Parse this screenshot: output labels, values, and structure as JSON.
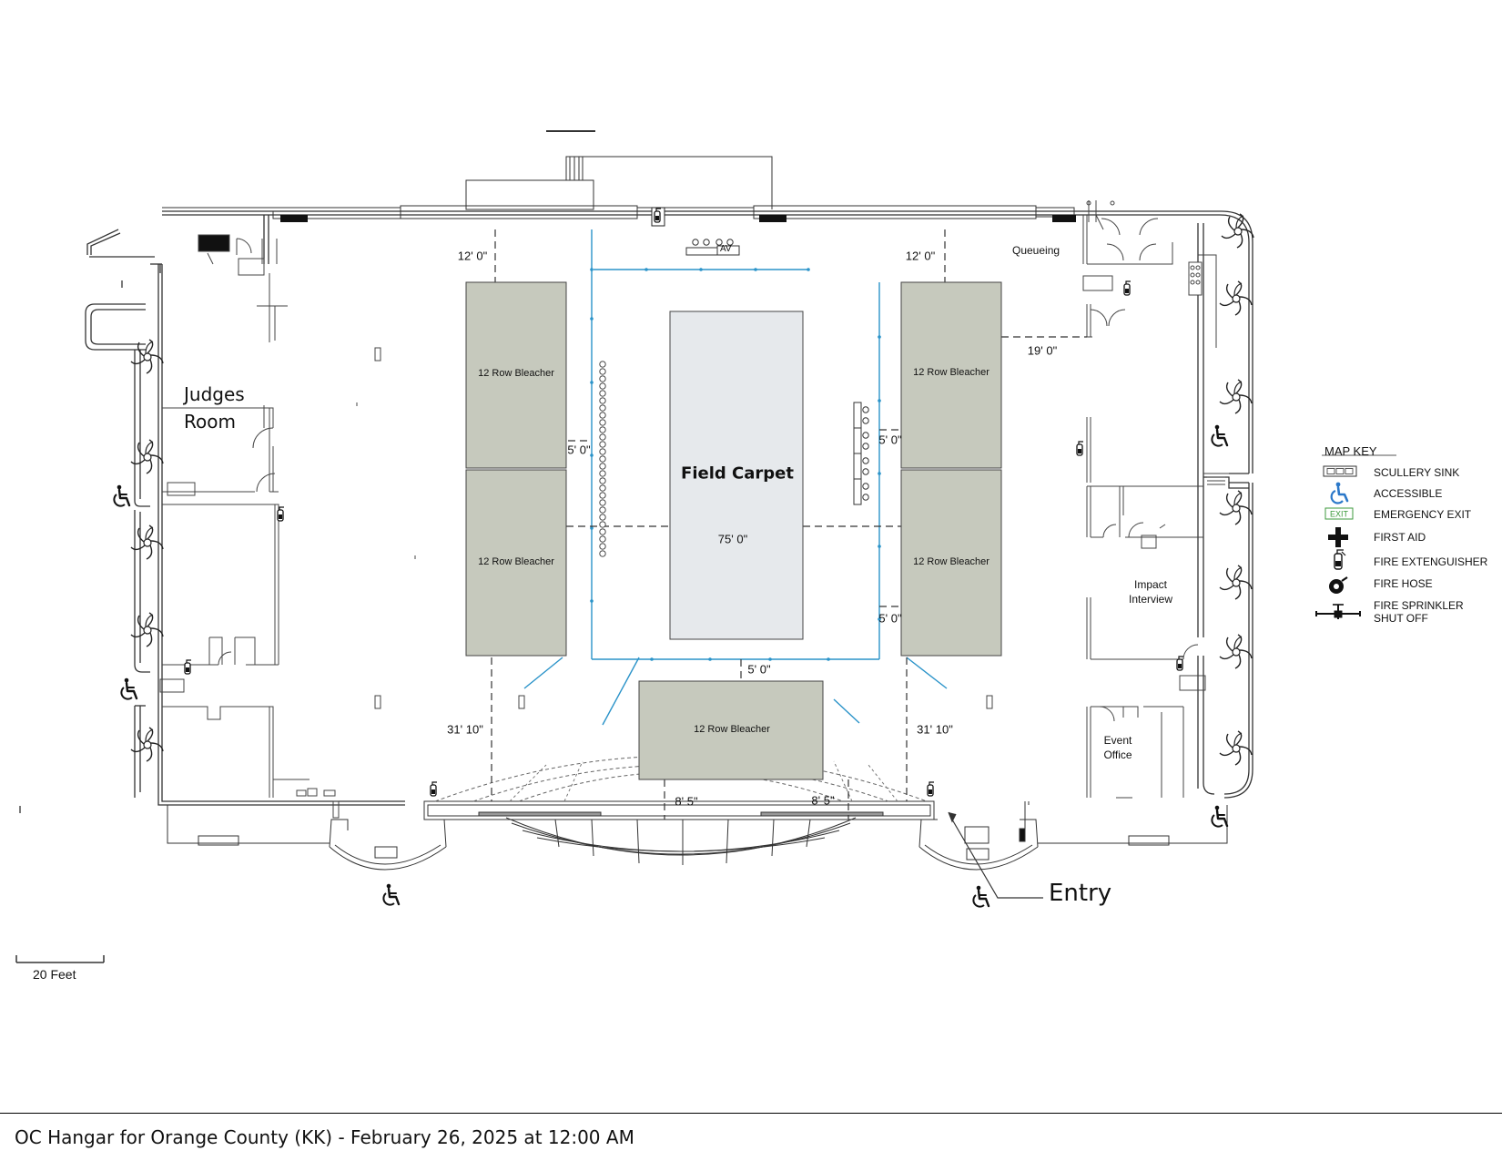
{
  "plan": {
    "bleachers": [
      {
        "label": "12 Row Bleacher"
      },
      {
        "label": "12 Row Bleacher"
      },
      {
        "label": "12 Row Bleacher"
      },
      {
        "label": "12 Row Bleacher"
      },
      {
        "label": "12 Row Bleacher"
      }
    ],
    "field": {
      "label": "Field Carpet"
    },
    "av_label": "AV",
    "rooms": {
      "judges": [
        "Judges",
        "Room"
      ],
      "queueing": "Queueing",
      "impact": [
        "Impact",
        "Interview"
      ],
      "event_office": [
        "Event",
        "Office"
      ]
    },
    "entry_label": "Entry",
    "dimensions": {
      "top_left": "12' 0\"",
      "top_right": "12' 0\"",
      "right_side": "19' 0\"",
      "gap_left": "5' 0\"",
      "gap_right_upper": "5' 0\"",
      "gap_right_lower": "5' 0\"",
      "field_width": "75' 0\"",
      "gap_bottom": "5' 0\"",
      "bottom_left": "31' 10\"",
      "bottom_right": "31' 10\"",
      "entry_left": "8' 5\"",
      "entry_right": "8' 5\""
    }
  },
  "scale": {
    "label": "20 Feet"
  },
  "map_key": {
    "title": "MAP KEY",
    "items": [
      {
        "icon": "scullery-sink-icon",
        "label": "SCULLERY SINK"
      },
      {
        "icon": "accessible-icon",
        "label": "ACCESSIBLE"
      },
      {
        "icon": "emergency-exit-icon",
        "label": "EMERGENCY EXIT",
        "badge": "EXIT"
      },
      {
        "icon": "first-aid-icon",
        "label": "FIRST AID"
      },
      {
        "icon": "fire-extinguisher-icon",
        "label": "FIRE EXTENGUISHER"
      },
      {
        "icon": "fire-hose-icon",
        "label": "FIRE HOSE"
      },
      {
        "icon": "fire-sprinkler-shutoff-icon",
        "label": [
          "FIRE SPRINKLER",
          "SHUT OFF"
        ]
      }
    ]
  },
  "colors": {
    "bleacher": "#c6c9bd",
    "field": "#e6e9ec",
    "blue_line": "#2a93c9",
    "accessible_key": "#2b78c9",
    "exit_key": "#3d9a3d"
  },
  "footer": {
    "text": "OC Hangar for Orange County (KK) - February 26, 2025 at 12:00 AM"
  }
}
